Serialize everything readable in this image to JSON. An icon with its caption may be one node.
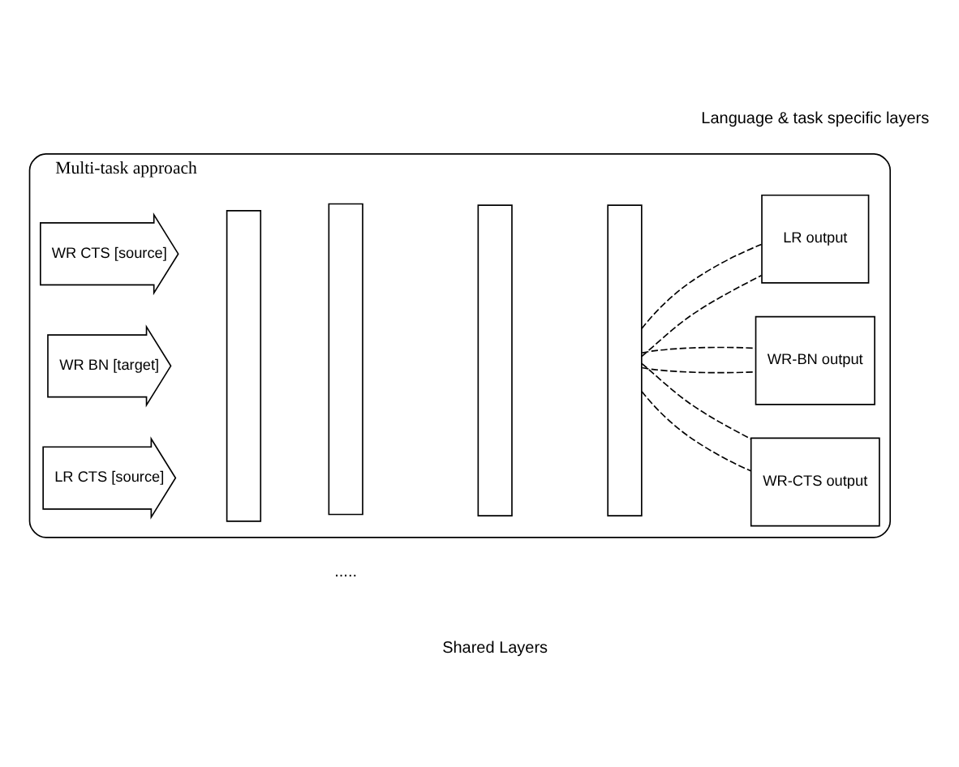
{
  "diagram": {
    "nodes": [
      {
        "text": [
          "Multi-task approach"
        ]
      },
      {
        "text": [
          "WR CTS [source]"
        ],
        "in": 0
      },
      {
        "text": [
          "WR BN [target]"
        ],
        "in": 0
      },
      {
        "text": [
          "LR CTS [source]"
        ],
        "in": 0
      },
      {
        "text": [],
        "shape": "box",
        "in": 0
      },
      {
        "text": [],
        "shape": "box",
        "in": 0
      },
      {
        "text": [],
        "shape": "box",
        "in": 0
      },
      {
        "text": [],
        "shape": "box",
        "in": 0
      },
      {
        "text": [
          "WR-CTS output"
        ],
        "in": 0
      },
      {
        "text": [
          "WR-BN output"
        ],
        "in": 0
      },
      {
        "text": [
          "LR output"
        ],
        "in": 0
      }
    ],
    "edges": [
      {
        "from": 7,
        "to": 8,
        "arrow": "none",
        "style": "dashed"
      },
      {
        "from": 7,
        "to": 8,
        "arrow": "none",
        "style": "dashed"
      },
      {
        "from": 7,
        "to": 9,
        "arrow": "none",
        "style": "dashed"
      },
      {
        "from": 7,
        "to": 9,
        "arrow": "none",
        "style": "dashed"
      },
      {
        "from": 7,
        "to": 10,
        "arrow": "none",
        "style": "dashed"
      },
      {
        "from": 7,
        "to": 10,
        "arrow": "none",
        "style": "dashed"
      }
    ],
    "labels": [
      "Shared Layers",
      "Language & task specific layers",
      "....."
    ]
  }
}
